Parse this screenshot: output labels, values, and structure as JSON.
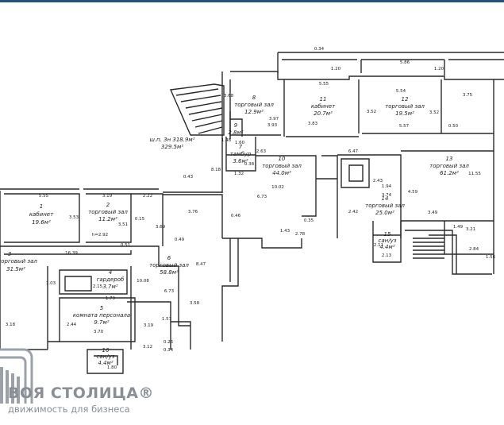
{
  "rooms": [
    {
      "id": "r1",
      "number": "1",
      "name": "кабинет",
      "area": "19.6м²"
    },
    {
      "id": "r2",
      "number": "2",
      "name": "торговый зал",
      "area": "11.2м²"
    },
    {
      "id": "r3",
      "number": "3",
      "name": "торговый зал",
      "area": "31.5м²"
    },
    {
      "id": "r4",
      "number": "4",
      "name": "гардероб",
      "area": "3.7м²"
    },
    {
      "id": "r5",
      "number": "5",
      "name": "комната персонала",
      "area": "9.7м²"
    },
    {
      "id": "r6",
      "number": "6",
      "name": "торговый зал",
      "area": "58.8м²"
    },
    {
      "id": "r7",
      "number": "7",
      "name": "тамбур",
      "area": "3.6м²"
    },
    {
      "id": "r8",
      "number": "8",
      "name": "торговый зал",
      "area": "12.9м²"
    },
    {
      "id": "r9",
      "number": "9",
      "name": "",
      "area": "2.8м²"
    },
    {
      "id": "r10",
      "number": "10",
      "name": "торговый зал",
      "area": "44.0м²"
    },
    {
      "id": "r11",
      "number": "11",
      "name": "кабинет",
      "area": "20.7м²"
    },
    {
      "id": "r12",
      "number": "12",
      "name": "торговый зал",
      "area": "19.5м²"
    },
    {
      "id": "r13",
      "number": "13",
      "name": "торговый зал",
      "area": "61.2м²"
    },
    {
      "id": "r14",
      "number": "14",
      "name": "торговый зал",
      "area": "25.0м²"
    },
    {
      "id": "r15",
      "number": "15",
      "name": "сан/уз",
      "area": "4.4м²"
    },
    {
      "id": "r16",
      "number": "16",
      "name": "сан/уз",
      "area": "4.4м²"
    }
  ],
  "summary": {
    "line1": "ш.п. 3н 318.9м²",
    "line2": "329.5м²"
  },
  "dimensions": [
    "0.34",
    "5.86",
    "1.20",
    "1.20",
    "5.55",
    "5.54",
    "3.75",
    "3.97",
    "3.93",
    "3.83",
    "3.52",
    "3.52",
    "5.57",
    "0.50",
    "3.68",
    "1.60",
    "2.63",
    "1.48",
    "1.32",
    "0.38",
    "6.47",
    "0.43",
    "8.18",
    "10.02",
    "6.73",
    "2.43",
    "1.94",
    "3.74",
    "4.59",
    "11.55",
    "5.55",
    "3.19",
    "2.22",
    "3.53",
    "3.51",
    "0.15",
    "3.69",
    "3.76",
    "0.46",
    "0.35",
    "2.42",
    "3.49",
    "1.49",
    "3.21",
    "1.43",
    "2.78",
    "0.49",
    "0.51",
    "h=2.92",
    "16.39",
    "8.47",
    "2.11",
    "2.13",
    "2.84",
    "1.56",
    "1.03",
    "10.08",
    "6.73",
    "2.15",
    "1.79",
    "3.58",
    "3.18",
    "2.44",
    "3.70",
    "3.19",
    "1.57",
    "3.12",
    "0.26",
    "0.34",
    "1.80"
  ],
  "watermark": {
    "title": "ВОЯ СТОЛИЦА®",
    "tagline": "движимость для бизнеса"
  }
}
